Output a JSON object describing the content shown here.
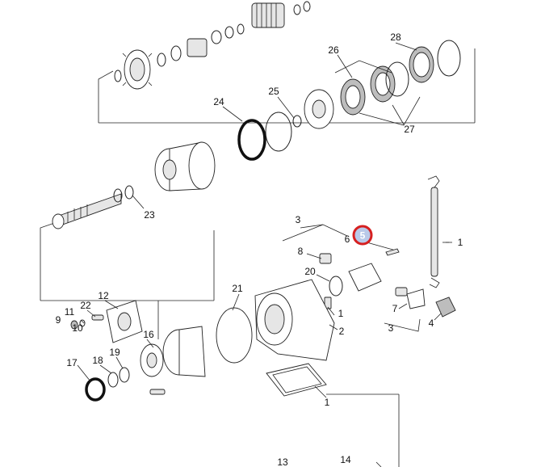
{
  "callouts": {
    "c28": "28",
    "c26": "26",
    "c27": "27",
    "c25": "25",
    "c24": "24",
    "c23": "23",
    "c3a": "3",
    "c6": "6",
    "c5": "5",
    "c1a": "1",
    "c8": "8",
    "c20": "20",
    "c21": "21",
    "c12": "12",
    "c11": "11",
    "c22": "22",
    "c9": "9",
    "c10": "10",
    "c16": "16",
    "c1b": "1",
    "c2": "2",
    "c7": "7",
    "c4": "4",
    "c3b": "3",
    "c17": "17",
    "c18": "18",
    "c19": "19",
    "c1c": "1",
    "c13": "13",
    "c14": "14"
  },
  "highlight": {
    "color": "#d62020",
    "fill": "#b9c9e8"
  }
}
